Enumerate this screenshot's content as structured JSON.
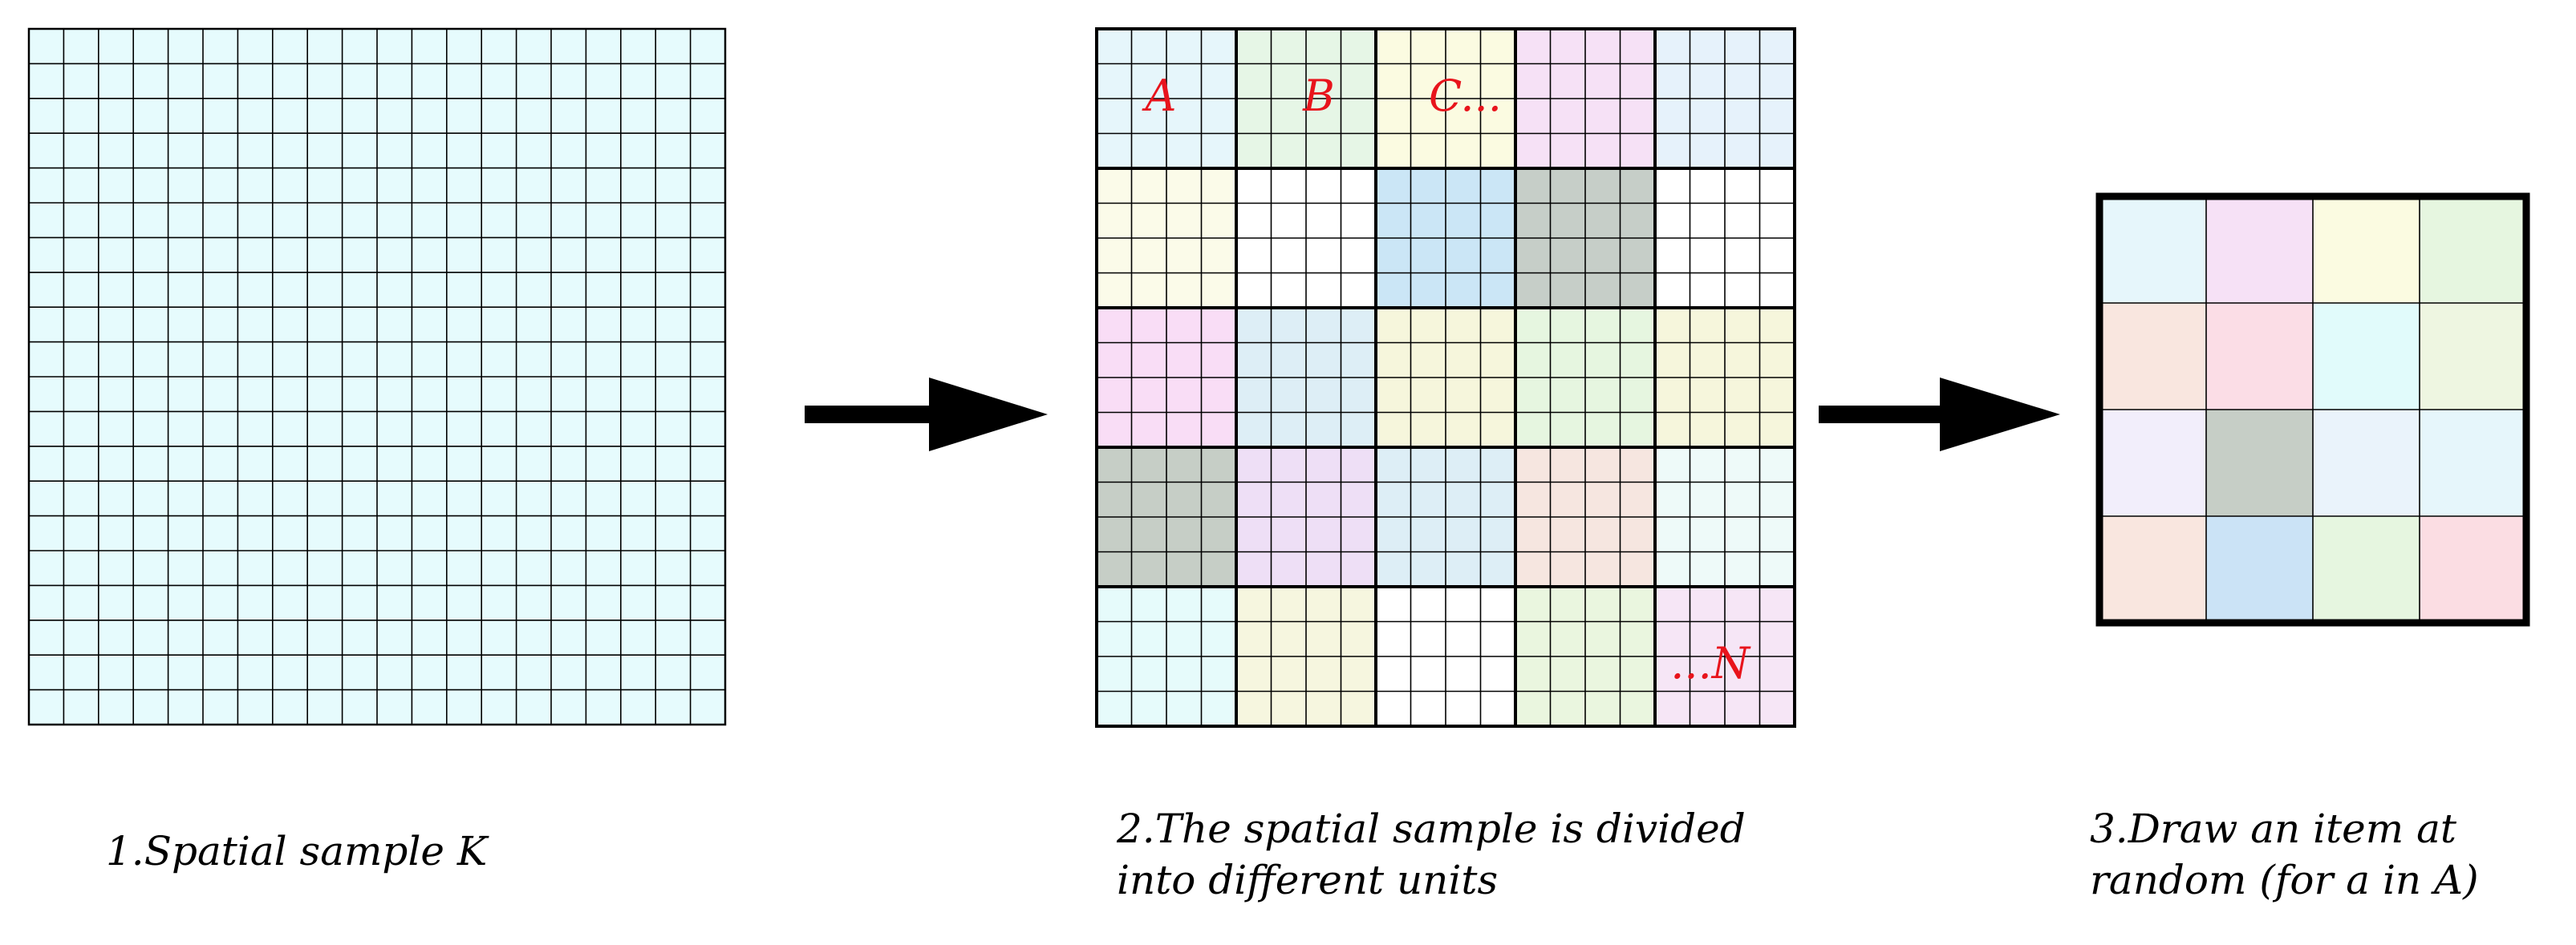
{
  "colors": {
    "grid_line": "#000000",
    "base_fill": "#e6fbfd",
    "label_color": "#e8141c",
    "arrow": "#000000"
  },
  "panel1": {
    "caption": "1.Spatial sample K"
  },
  "panel2": {
    "caption_lines": [
      "2.The spatial sample is divided",
      "into different units"
    ],
    "unit_labels": [
      "A",
      "B",
      "C...",
      "...N"
    ],
    "unit_colors": [
      [
        "#e6f6fb",
        "#e6f6e6",
        "#fbfbe1",
        "#f6e1f6",
        "#e6f2fb"
      ],
      [
        "#fbfbe9",
        "#ffffff",
        "#cbe6f6",
        "#c6cec8",
        "#ffffff"
      ],
      [
        "#f9ddf6",
        "#ddeef6",
        "#f6f6dc",
        "#e6f6e0",
        "#f6f6dc"
      ],
      [
        "#c6cec6",
        "#eedff6",
        "#ddeef6",
        "#f6e6e0",
        "#eefaf9"
      ],
      [
        "#e6fbfb",
        "#f6f6df",
        "#ffffff",
        "#eaf6df",
        "#f6e6f6"
      ]
    ]
  },
  "panel3": {
    "caption_lines": [
      "3.Draw an item at",
      "random (for a in A)"
    ],
    "cell_colors": [
      [
        "#e6f6fb",
        "#f6e1f6",
        "#fbfbe1",
        "#e6f6e0"
      ],
      [
        "#f9e6df",
        "#fbdde6",
        "#e1fbfb",
        "#eef6e1"
      ],
      [
        "#f2eefb",
        "#c6cec6",
        "#eaf3fb",
        "#e6f6fb"
      ],
      [
        "#f9e6df",
        "#cbe3f6",
        "#e6f6e0",
        "#fbdde3"
      ]
    ]
  }
}
